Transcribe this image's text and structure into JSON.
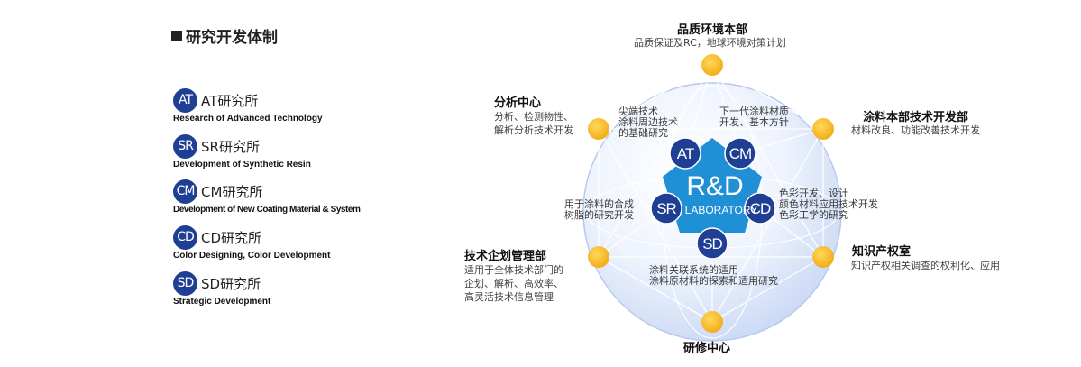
{
  "section": {
    "title": "研究开发体制"
  },
  "labs": [
    {
      "code": "AT",
      "name": "AT研究所",
      "en": "Research of Advanced Technology"
    },
    {
      "code": "SR",
      "name": "SR研究所",
      "en": "Development of Synthetic Resin"
    },
    {
      "code": "CM",
      "name": "CM研究所",
      "en": "Development of New Coating Material & System"
    },
    {
      "code": "CD",
      "name": "CD研究所",
      "en": "Color Designing, Color Development"
    },
    {
      "code": "SD",
      "name": "SD研究所",
      "en": "Strategic Development"
    }
  ],
  "center": {
    "main": "R&D",
    "sub": "LABORATORY"
  },
  "center_badges": [
    "AT",
    "CM",
    "SR",
    "CD",
    "SD"
  ],
  "nodes": {
    "top": {
      "title": "品质环境本部",
      "desc": [
        "品质保证及RC，地球环境对策计划"
      ]
    },
    "upper_left": {
      "title": "分析中心",
      "desc": [
        "分析、检测物性、",
        "解析分析技术开发"
      ]
    },
    "upper_right": {
      "title": "涂料本部技术开发部",
      "desc": [
        "材料改良、功能改善技术开发"
      ]
    },
    "lower_left": {
      "title": "技术企划管理部",
      "desc": [
        "适用于全体技术部门的",
        "企划、解析、高效率、",
        "高灵活技术信息管理"
      ]
    },
    "lower_right": {
      "title": "知识产权室",
      "desc": [
        "知识产权相关调查的权利化、应用"
      ]
    },
    "bottom": {
      "title": "研修中心",
      "desc": []
    }
  },
  "inner_notes": {
    "upper_left": [
      "尖端技术",
      "涂料周边技术",
      "的基础研究"
    ],
    "upper_right": [
      "下一代涂料材质",
      "开发、基本方针"
    ],
    "left": [
      "用于涂料的合成",
      "树脂的研究开发"
    ],
    "right": [
      "色彩开发、设计",
      "颜色材料应用技术开发",
      "色彩工学的研究"
    ],
    "bottom": [
      "涂料关联系统的适用",
      "涂料原材料的探索和适用研究"
    ]
  },
  "colors": {
    "badge": "#1f3f95",
    "pentagon": "#1f8fd6",
    "node": "#f6bd2b",
    "sphere": "#dfe9fb"
  }
}
